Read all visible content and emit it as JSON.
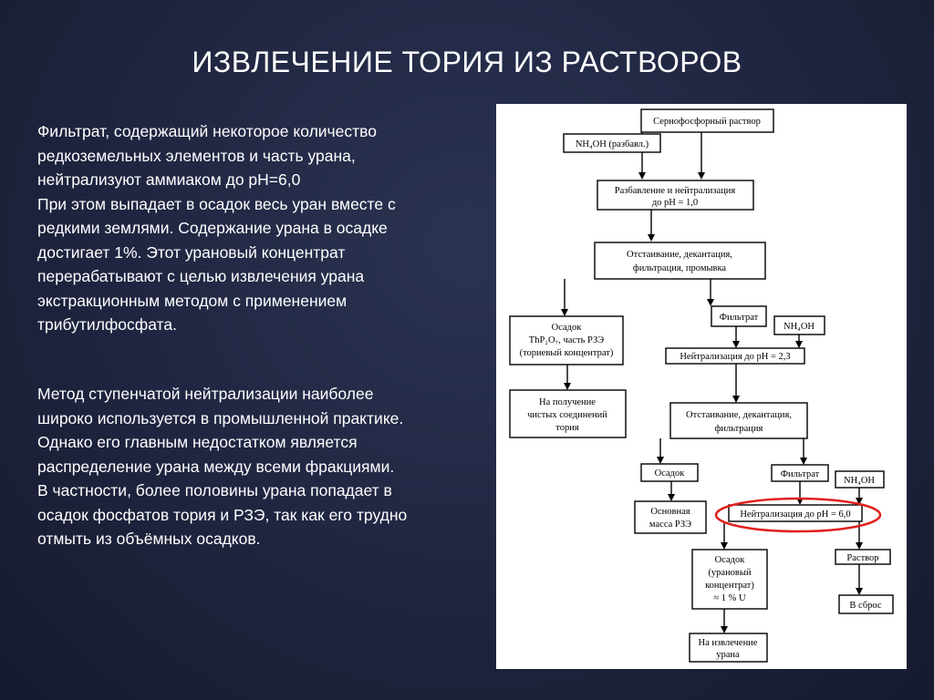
{
  "slide": {
    "title": "ИЗВЛЕЧЕНИЕ ТОРИЯ ИЗ РАСТВОРОВ",
    "paragraph1": [
      "Фильтрат, содержащий некоторое количество",
      "редкоземельных элементов и часть урана,",
      "нейтрализуют аммиаком до рН=6,0",
      "При этом выпадает в осадок весь уран вместе с",
      "редкими землями. Содержание урана в осадке",
      "достигает 1%. Этот урановый концентрат",
      "перерабатывают с целью извлечения урана",
      "экстракционным методом с применением",
      "трибутилфосфата."
    ],
    "paragraph2": [
      "Метод ступенчатой нейтрализации наиболее",
      "широко используется в промышленной практике.",
      "Однако его главным недостатком является",
      "распределение урана между всеми фракциями.",
      "В частности, более половины урана попадает в",
      "осадок фосфатов тория и РЗЭ, так как его трудно",
      "отмыть из объёмных осадков."
    ]
  },
  "diagram": {
    "highlight_color": "#e0201c",
    "boxes": {
      "solution": [
        "Сернофосфорный раствор"
      ],
      "nh4oh_dilute": [
        "NH₄OH (разбавл.)"
      ],
      "dilution": [
        "Разбавление и нейтрализация",
        "до pH = 1,0"
      ],
      "settling1": [
        "Отстаивание, декантация,",
        "фильтрация, промывка"
      ],
      "precipitate1": [
        "Осадок",
        "ThP₂O₇, часть РЗЭ",
        "(ториевый концентрат)"
      ],
      "thorium": [
        "На получение",
        "чистых соединений",
        "тория"
      ],
      "filtrate1": [
        "Фильтрат"
      ],
      "nh4oh_2": [
        "NH₄OH"
      ],
      "neutral23": [
        "Нейтрализация до pH = 2,3"
      ],
      "settling2": [
        "Отстаивание, декантация,",
        "фильтрация"
      ],
      "precipitate2": [
        "Осадок"
      ],
      "ree": [
        "Основная",
        "масса РЗЭ"
      ],
      "filtrate2": [
        "Фильтрат"
      ],
      "nh4oh_3": [
        "NH₄OH"
      ],
      "neutral60": [
        "Нейтрализация до pH = 6,0"
      ],
      "precipitate3": [
        "Осадок",
        "(урановый",
        "концентрат)",
        "≈ 1 % U"
      ],
      "solution2": [
        "Раствор"
      ],
      "discard": [
        "В сброс"
      ],
      "uranium": [
        "На извлечение",
        "урана"
      ]
    }
  }
}
